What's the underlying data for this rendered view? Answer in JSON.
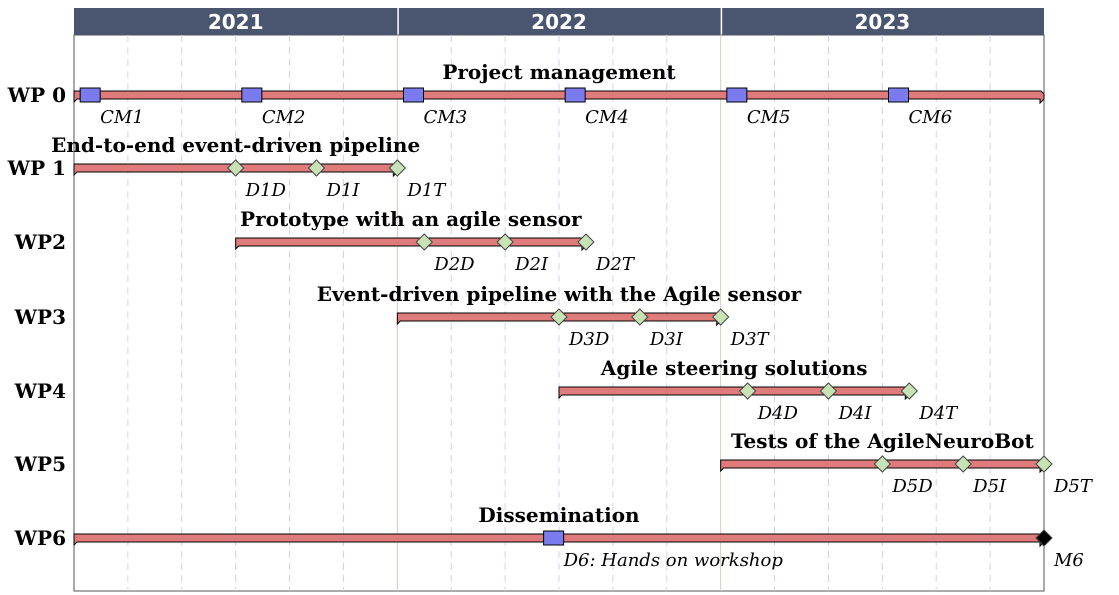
{
  "years": [
    "2021",
    "2022",
    "2023"
  ],
  "timeline": {
    "start": 0,
    "end": 36
  },
  "colors": {
    "header": "#4a5670",
    "bar": "#e07b7b",
    "meeting": "#7b7bf0",
    "deliverable": "#c7e2b5",
    "final": "#000000"
  },
  "rows": [
    {
      "label": "WP 0",
      "title": "Project management",
      "bar": {
        "start": 0,
        "end": 36
      },
      "milestones": [
        {
          "month": 0.6,
          "shape": "square",
          "label": "CM1"
        },
        {
          "month": 6.6,
          "shape": "square",
          "label": "CM2"
        },
        {
          "month": 12.6,
          "shape": "square",
          "label": "CM3"
        },
        {
          "month": 18.6,
          "shape": "square",
          "label": "CM4"
        },
        {
          "month": 24.6,
          "shape": "square",
          "label": "CM5"
        },
        {
          "month": 30.6,
          "shape": "square",
          "label": "CM6"
        }
      ]
    },
    {
      "label": "WP 1",
      "title": "End-to-end event-driven pipeline",
      "bar": {
        "start": 0,
        "end": 12
      },
      "milestones": [
        {
          "month": 6,
          "shape": "diamond",
          "label": "D1D"
        },
        {
          "month": 9,
          "shape": "diamond",
          "label": "D1I"
        },
        {
          "month": 12,
          "shape": "diamond",
          "label": "D1T"
        }
      ]
    },
    {
      "label": "WP2",
      "title": "Prototype with an agile sensor",
      "bar": {
        "start": 6,
        "end": 19
      },
      "milestones": [
        {
          "month": 13,
          "shape": "diamond",
          "label": "D2D"
        },
        {
          "month": 16,
          "shape": "diamond",
          "label": "D2I"
        },
        {
          "month": 19,
          "shape": "diamond",
          "label": "D2T"
        }
      ]
    },
    {
      "label": "WP3",
      "title": "Event-driven pipeline with the Agile sensor",
      "bar": {
        "start": 12,
        "end": 24
      },
      "milestones": [
        {
          "month": 18,
          "shape": "diamond",
          "label": "D3D"
        },
        {
          "month": 21,
          "shape": "diamond",
          "label": "D3I"
        },
        {
          "month": 24,
          "shape": "diamond",
          "label": "D3T"
        }
      ]
    },
    {
      "label": "WP4",
      "title": "Agile steering solutions",
      "bar": {
        "start": 18,
        "end": 31
      },
      "milestones": [
        {
          "month": 25,
          "shape": "diamond",
          "label": "D4D"
        },
        {
          "month": 28,
          "shape": "diamond",
          "label": "D4I"
        },
        {
          "month": 31,
          "shape": "diamond",
          "label": "D4T"
        }
      ]
    },
    {
      "label": "WP5",
      "title": "Tests of the AgileNeuroBot",
      "bar": {
        "start": 24,
        "end": 36
      },
      "milestones": [
        {
          "month": 30,
          "shape": "diamond",
          "label": "D5D"
        },
        {
          "month": 33,
          "shape": "diamond",
          "label": "D5I"
        },
        {
          "month": 36,
          "shape": "diamond",
          "label": "D5T"
        }
      ]
    },
    {
      "label": "WP6",
      "title": "Dissemination",
      "bar": {
        "start": 0,
        "end": 36
      },
      "milestones": [
        {
          "month": 17.8,
          "shape": "square",
          "label": "D6: Hands on workshop"
        },
        {
          "month": 36,
          "shape": "diamond-black",
          "label": "M6"
        }
      ]
    }
  ]
}
